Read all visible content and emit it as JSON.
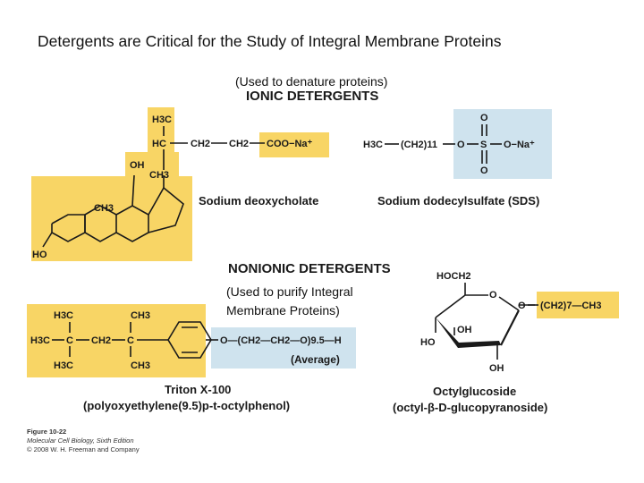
{
  "title": "Detergents are Critical for the Study of  Integral Membrane Proteins",
  "ionic": {
    "note": "(Used to denature proteins)",
    "heading": "IONIC DETERGENTS",
    "deoxycholate_name": "Sodium deoxycholate",
    "sds_name": "Sodium dodecylsulfate (SDS)",
    "labels": {
      "h3c": "H3C",
      "hc": "HC",
      "ch2": "CH2",
      "coo": "COO−Na⁺",
      "oh": "OH",
      "ch3": "CH3",
      "ho": "HO",
      "sds_h3c": "H3C",
      "sds_chain": "(CH2)11",
      "o": "O",
      "s": "S",
      "ona": "O−Na⁺"
    }
  },
  "nonionic": {
    "heading": "NONIONIC DETERGENTS",
    "note_line1": "(Used to purify Integral",
    "note_line2": "Membrane Proteins)",
    "triton_name": "Triton X-100",
    "triton_chem": "(polyoxyethylene(9.5)p-t-octylphenol)",
    "average": "(Average)",
    "octyl_name": "Octylglucoside",
    "octyl_chem": "(octyl-β-D-glucopyranoside)",
    "labels": {
      "h3c": "H3C",
      "ch3": "CH3",
      "c": "C",
      "ch2": "CH2",
      "peg": "O—(CH2—CH2—O)9.5—H",
      "hoch2": "HOCH2",
      "o": "O",
      "oh": "OH",
      "ho": "HO",
      "octyl_chain": "(CH2)7—CH3"
    }
  },
  "figure": {
    "label": "Figure 10-22",
    "book": "Molecular Cell Biology, Sixth Edition",
    "copyright": "© 2008 W. H. Freeman and Company"
  }
}
